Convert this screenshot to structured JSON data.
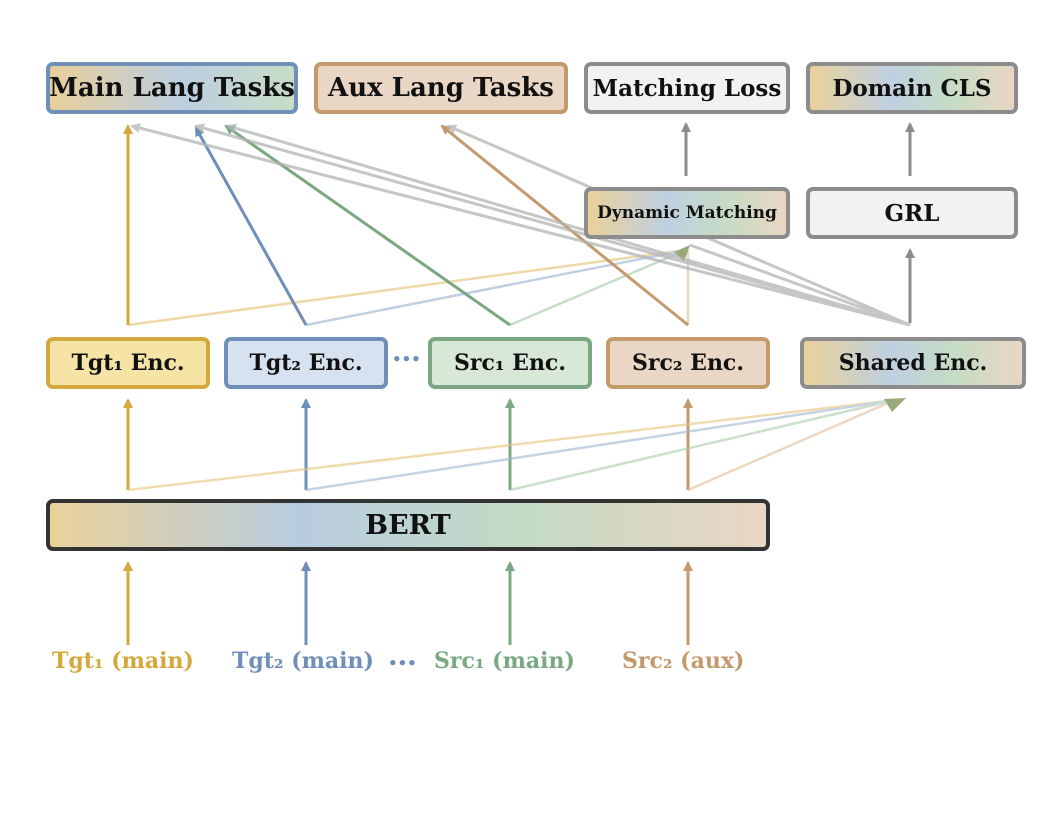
{
  "top_row": {
    "main_tasks": "Main Lang Tasks",
    "aux_tasks": "Aux Lang Tasks",
    "matching_loss": "Matching Loss",
    "domain_cls": "Domain CLS"
  },
  "middle_row": {
    "dynamic_matching": "Dynamic Matching",
    "grl": "GRL"
  },
  "encoders": {
    "tgt1": "Tgt₁ Enc.",
    "tgt2": "Tgt₂ Enc.",
    "ellipsis": "•••",
    "src1": "Src₁ Enc.",
    "src2": "Src₂ Enc.",
    "shared": "Shared Enc."
  },
  "bert": "BERT",
  "inputs": {
    "tgt1": "Tgt₁ (main)",
    "tgt2": "Tgt₂ (main)",
    "ellipsis": "•••",
    "src1": "Src₁ (main)",
    "src2": "Src₂ (aux)"
  },
  "colors": {
    "tgt1": "#d4a83d",
    "tgt2": "#6f8fb8",
    "src1": "#7aa882",
    "src2": "#c49a6c",
    "gray": "#8c8c8c",
    "light_gray": "#b3b3b3"
  }
}
